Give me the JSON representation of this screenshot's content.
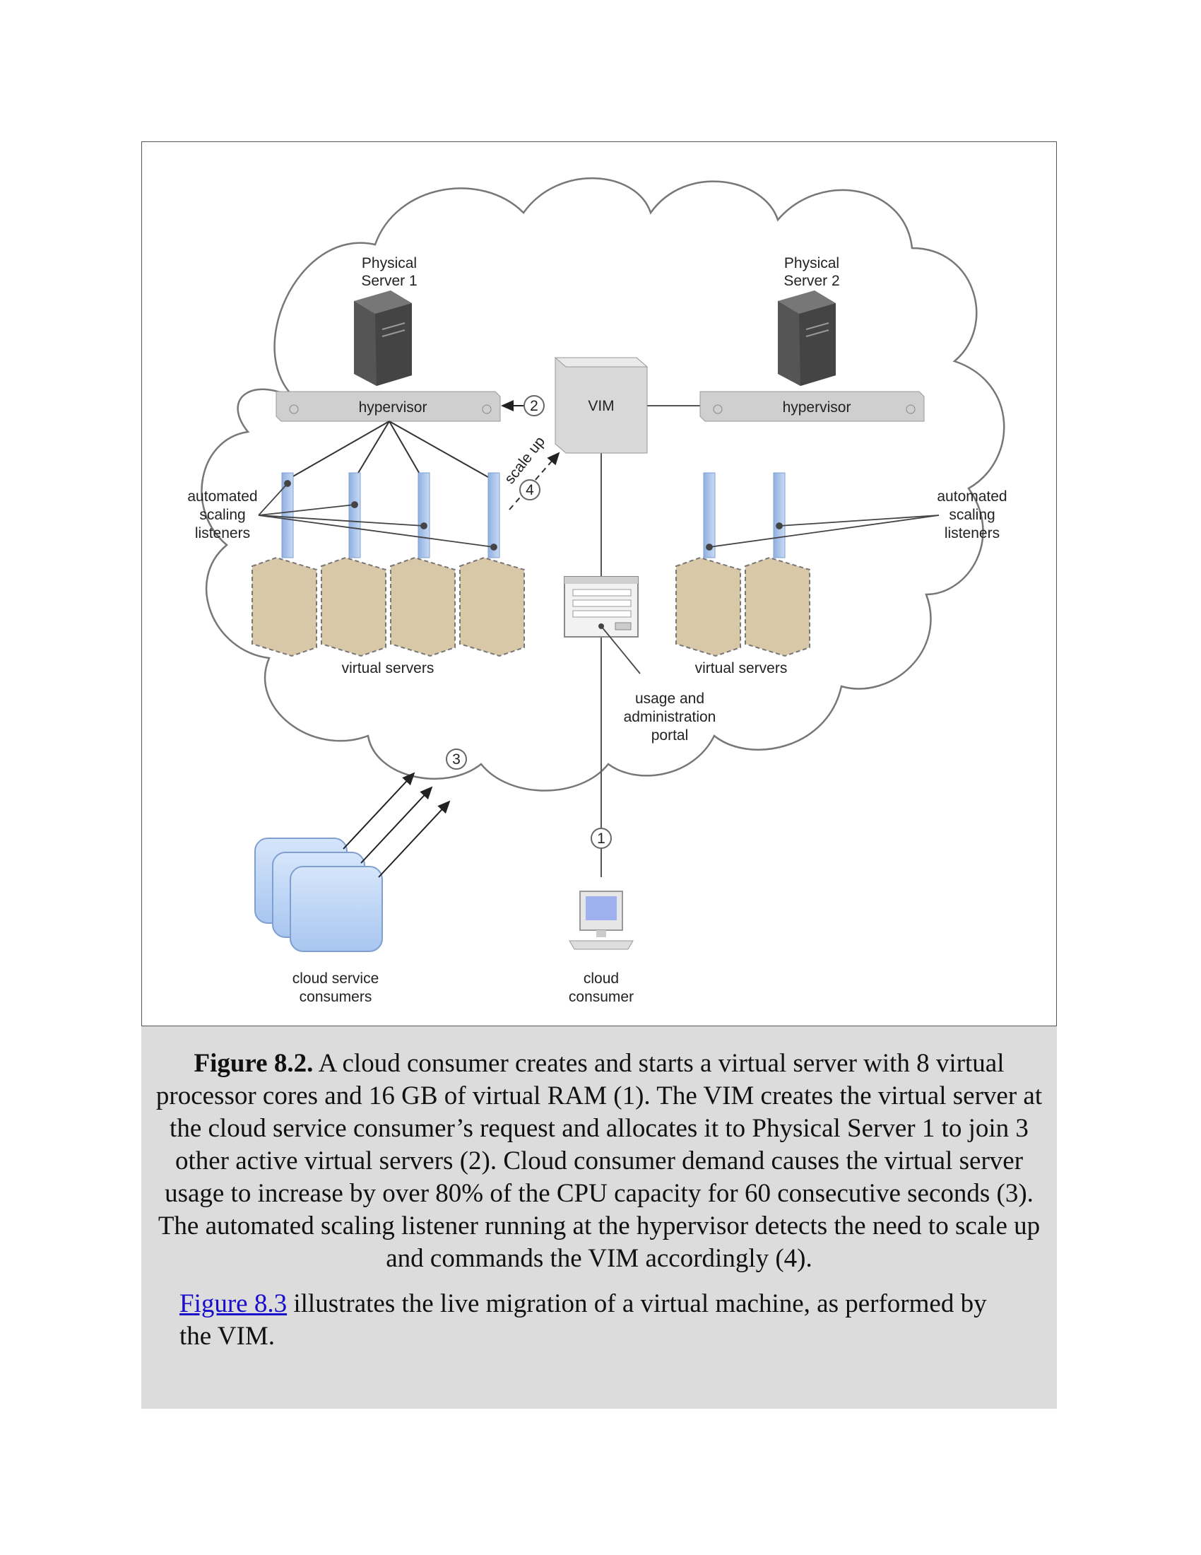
{
  "diagram": {
    "physical_server_1": [
      "Physical",
      "Server 1"
    ],
    "physical_server_2": [
      "Physical",
      "Server 2"
    ],
    "hypervisor_left": "hypervisor",
    "hypervisor_right": "hypervisor",
    "vim": "VIM",
    "scale_up": "scale up",
    "asl_left": [
      "automated",
      "scaling",
      "listeners"
    ],
    "asl_right": [
      "automated",
      "scaling",
      "listeners"
    ],
    "virtual_servers_left": "virtual servers",
    "virtual_servers_right": "virtual servers",
    "portal": [
      "usage and",
      "administration",
      "portal"
    ],
    "cloud_service_consumers": [
      "cloud service",
      "consumers"
    ],
    "cloud_consumer": [
      "cloud",
      "consumer"
    ],
    "step_1": "1",
    "step_2": "2",
    "step_3": "3",
    "step_4": "4"
  },
  "caption": {
    "figure_label": "Figure 8.2.",
    "text": " A cloud consumer creates and starts a virtual server with 8 virtual processor cores and 16 GB of virtual RAM (1). The VIM creates the virtual server at the cloud service consumer’s request and allocates it to Physical Server 1 to join 3 other active virtual servers (2). Cloud consumer demand causes the virtual server usage to increase by over 80% of the CPU capacity for 60 consecutive seconds (3). The automated scaling listener running at the hypervisor detects the need to scale up and commands the VIM accordingly (4).",
    "link_text": "Figure 8.3",
    "followup_text": " illustrates the live migration of a virtual machine, as performed by the VIM."
  }
}
